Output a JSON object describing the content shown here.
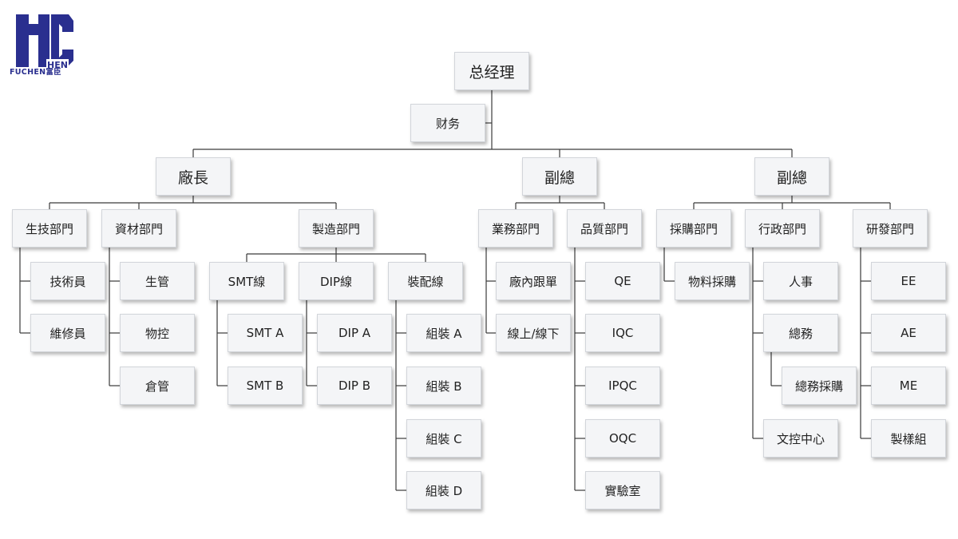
{
  "brand": {
    "logo_text": "FUCHEN富臣",
    "logo_inner_text": "HEN",
    "logo_color": "#2a2f8f",
    "logo_icon": "fuchen-logo-icon"
  },
  "colors": {
    "box_bg": "#f4f5f7",
    "box_border": "#d2d5da",
    "line": "#3a3a3a",
    "text": "#222222"
  },
  "org": {
    "ceo": "总经理",
    "finance": "财务",
    "factory_manager": "廠長",
    "vice_gm_1": "副總",
    "vice_gm_2": "副總",
    "prod_tech": {
      "label": "生技部門",
      "children": [
        "技術員",
        "維修員"
      ]
    },
    "materials": {
      "label": "資材部門",
      "children": [
        "生管",
        "物控",
        "倉管"
      ]
    },
    "manufacturing": {
      "label": "製造部門",
      "lines": [
        {
          "label": "SMT線",
          "children": [
            "SMT A",
            "SMT B"
          ]
        },
        {
          "label": "DIP線",
          "children": [
            "DIP A",
            "DIP B"
          ]
        },
        {
          "label": "裝配線",
          "children": [
            "組裝 A",
            "組裝 B",
            "組裝 C",
            "組裝 D"
          ]
        }
      ]
    },
    "sales": {
      "label": "業務部門",
      "children": [
        "廠內跟單",
        "線上/線下"
      ]
    },
    "quality": {
      "label": "品質部門",
      "children": [
        "QE",
        "IQC",
        "IPQC",
        "OQC",
        "實驗室"
      ]
    },
    "purchasing": {
      "label": "採購部門",
      "children": [
        "物料採購"
      ]
    },
    "admin": {
      "label": "行政部門",
      "children": [
        "人事",
        "總務",
        "文控中心"
      ],
      "sub": "總務採購"
    },
    "rd": {
      "label": "研發部門",
      "children": [
        "EE",
        "AE",
        "ME",
        "製樣組"
      ]
    }
  }
}
